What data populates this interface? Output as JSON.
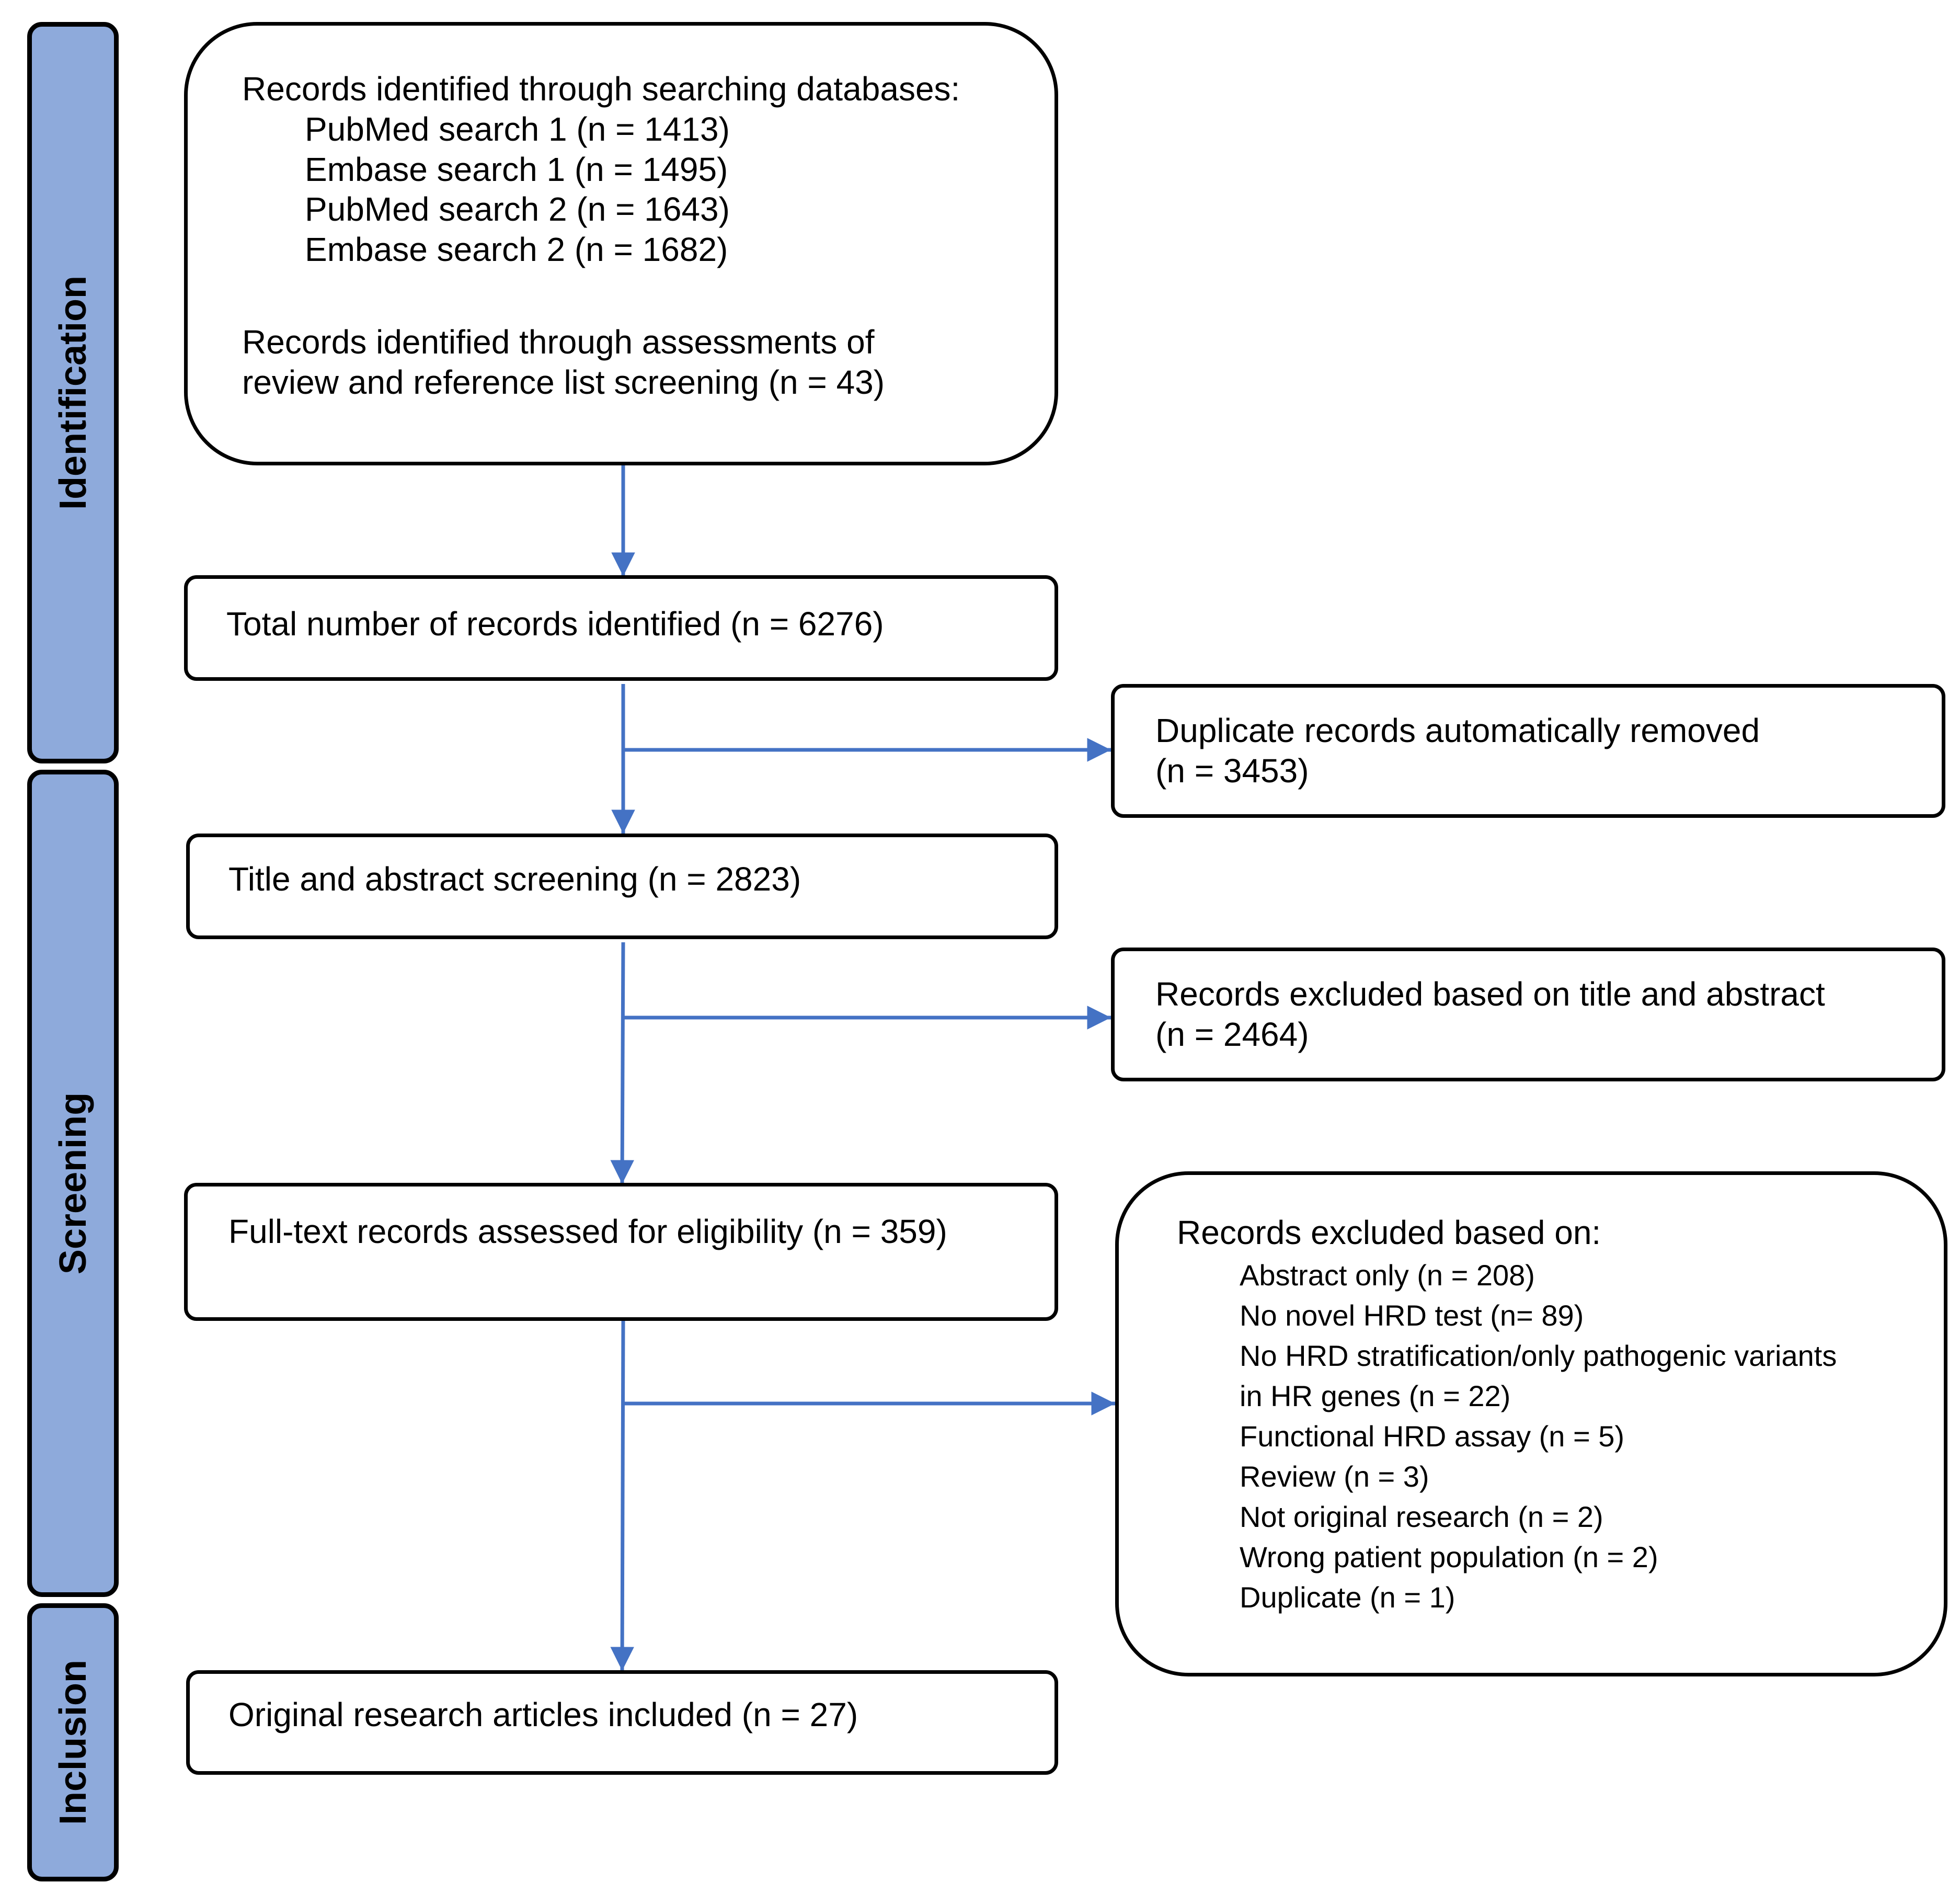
{
  "phases": {
    "identification": "Identification",
    "screening": "Screening",
    "inclusion": "Inclusion"
  },
  "identification_box": {
    "heading": "Records identified through searching databases:",
    "searches": [
      "PubMed search 1 (n = 1413)",
      "Embase search 1 (n = 1495)",
      "PubMed search 2 (n = 1643)",
      "Embase search 2 (n = 1682)"
    ],
    "other_line_1": "Records identified through assessments of",
    "other_line_2": "review and reference list screening (n = 43)"
  },
  "total_box": "Total number of records identified (n = 6276)",
  "duplicates_box": {
    "line_1": "Duplicate records automatically removed",
    "line_2": "(n = 3453)"
  },
  "screening_box": "Title and abstract screening (n = 2823)",
  "excluded_title_box": {
    "line_1": "Records excluded based on title and abstract",
    "line_2": "(n = 2464)"
  },
  "fulltext_box": "Full-text records assessed for eligibility (n = 359)",
  "excluded_fulltext_box": {
    "heading": "Records excluded based on:",
    "reasons": [
      "Abstract only (n = 208)",
      "No novel HRD test (n= 89)",
      "No HRD stratification/only pathogenic variants",
      "in HR genes (n = 22)",
      "Functional HRD assay (n = 5)",
      "Review (n = 3)",
      "Not original research (n = 2)",
      "Wrong patient population (n = 2)",
      "Duplicate (n = 1)"
    ]
  },
  "included_box": "Original research articles included (n = 27)",
  "colors": {
    "phase_fill": "#8eaadb",
    "arrow": "#4472c4",
    "border": "#000000"
  }
}
